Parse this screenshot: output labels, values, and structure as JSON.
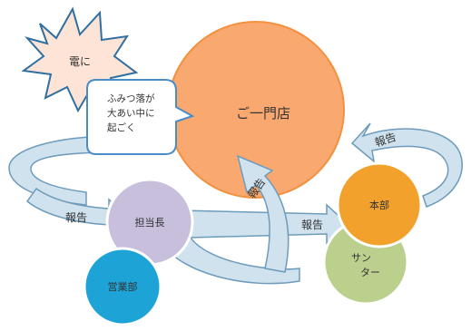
{
  "burst": {
    "label": "電に"
  },
  "callout": {
    "lines": [
      "ふみつ落が",
      "大あい中に",
      "起ごく"
    ]
  },
  "big_circle": {
    "label": "ご一門店"
  },
  "circles": {
    "purple": {
      "label": "担当長"
    },
    "blue": {
      "label": "営業部"
    },
    "orange": {
      "label": "本部"
    },
    "green": {
      "line1": "サン",
      "line2": "ター"
    }
  },
  "arrows": {
    "left_report": "報告",
    "up_report": "報告",
    "middle_report": "報告",
    "right_report": "報告"
  },
  "colors": {
    "big_circle": "#f9a870",
    "purple": "#c7bfdc",
    "blue": "#1ea3d6",
    "orange": "#f2a12c",
    "green": "#bcd08e",
    "arrow_fill": "#cfe2ee",
    "arrow_stroke": "#6d9bbb",
    "burst_fill": "#fde4d6",
    "burst_stroke": "#2f6fa2",
    "callout_stroke": "#4a8cc5"
  }
}
